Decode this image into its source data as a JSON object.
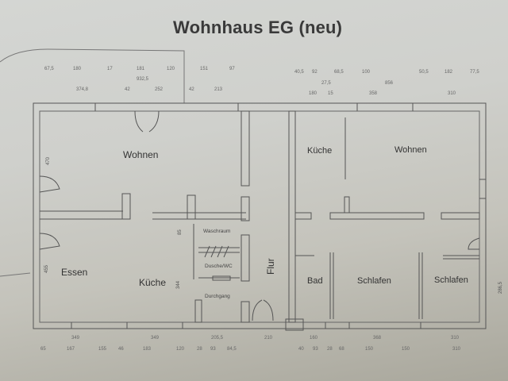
{
  "title": "Wohnhaus EG (neu)",
  "rooms": {
    "wohnen_left": "Wohnen",
    "essen": "Essen",
    "kueche_left": "Küche",
    "flur": "Flur",
    "kueche_right": "Küche",
    "wohnen_right": "Wohnen",
    "bad": "Bad",
    "schlafen_1": "Schlafen",
    "schlafen_2": "Schlafen"
  },
  "small_labels": {
    "waschraum": "Waschraum",
    "dusche_wc": "Dusche/WC",
    "durchgang": "Durchgang"
  },
  "dimensions_top": {
    "row1_left": [
      "67,5",
      "180",
      "17",
      "181",
      "120",
      "151",
      "97"
    ],
    "row1_left_sub": "932,5",
    "row2_left": [
      "374,8",
      "42",
      "252",
      "42",
      "213"
    ],
    "row1_right": [
      "40,5",
      "92",
      "68,5",
      "100",
      "50,5",
      "182",
      "77,5"
    ],
    "row1_right_sub": [
      "27,5",
      "856"
    ],
    "row2_right": [
      "180",
      "15",
      "358",
      "310"
    ]
  },
  "dimensions_bottom": {
    "row1": [
      "349",
      "349",
      "205,5",
      "210",
      "160",
      "368",
      "310"
    ],
    "row2": [
      "65",
      "167",
      "155",
      "46",
      "183",
      "120",
      "28",
      "93",
      "84,5",
      "40",
      "93",
      "28",
      "68",
      "150",
      "150",
      "310"
    ]
  },
  "dimensions_vertical": {
    "left_upper": "470",
    "left_lower": "455",
    "kitchen": "344",
    "kitchen_upper": "85",
    "right": "286,5"
  },
  "colors": {
    "paper": "#d0d1cd",
    "line": "#4a4a48",
    "text": "#333333"
  }
}
